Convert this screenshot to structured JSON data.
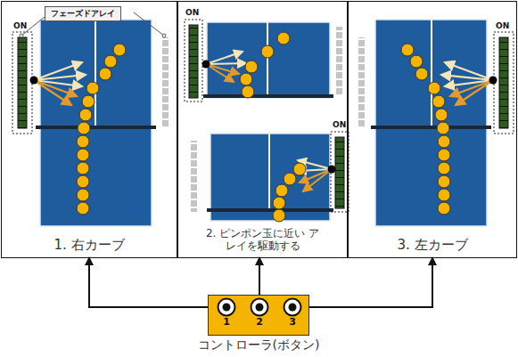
{
  "diagram": {
    "nodes": [
      {
        "text": [
          "1. 右カーブ"
        ]
      },
      {
        "text": [
          "2. ピンポン玉に近い アレイを駆動する"
        ]
      },
      {
        "text": [
          "3. 左カーブ"
        ]
      },
      {
        "text": [
          "コントローラ(ボタン)"
        ]
      },
      {
        "text": [
          "1"
        ],
        "in": 3
      },
      {
        "text": [
          "2"
        ],
        "in": 3
      },
      {
        "text": [
          "3"
        ],
        "in": 3
      }
    ],
    "edges": [
      {
        "from": 4,
        "to": 0,
        "arrow": "to"
      },
      {
        "from": 5,
        "to": 1,
        "arrow": "to"
      },
      {
        "from": 6,
        "to": 2,
        "arrow": "to"
      }
    ],
    "labels": [
      "フェーズドアレイ",
      "ON",
      "ON",
      "ON",
      "ON"
    ]
  }
}
